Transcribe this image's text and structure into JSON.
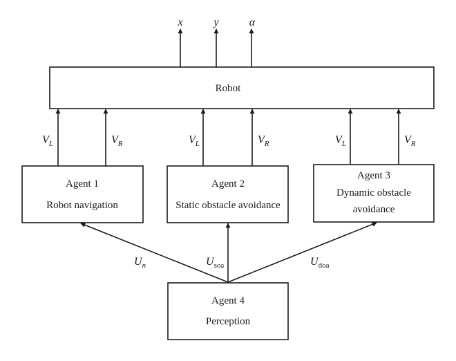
{
  "robot": {
    "label": "Robot"
  },
  "outputs": {
    "x": "x",
    "y": "y",
    "alpha": "α"
  },
  "agents": [
    {
      "title": "Agent 1",
      "desc": "Robot navigation"
    },
    {
      "title": "Agent 2",
      "desc": "Static obstacle avoidance"
    },
    {
      "title": "Agent 3",
      "desc_line1": "Dynamic obstacle",
      "desc_line2": "avoidance"
    },
    {
      "title": "Agent 4",
      "desc": "Perception"
    }
  ],
  "velocity": {
    "symbol": "V",
    "left_sub": "L",
    "right_sub": "R"
  },
  "signals": {
    "symbol": "U",
    "n_sub": "n",
    "soa_sub": "soa",
    "doa_sub": "doa"
  }
}
